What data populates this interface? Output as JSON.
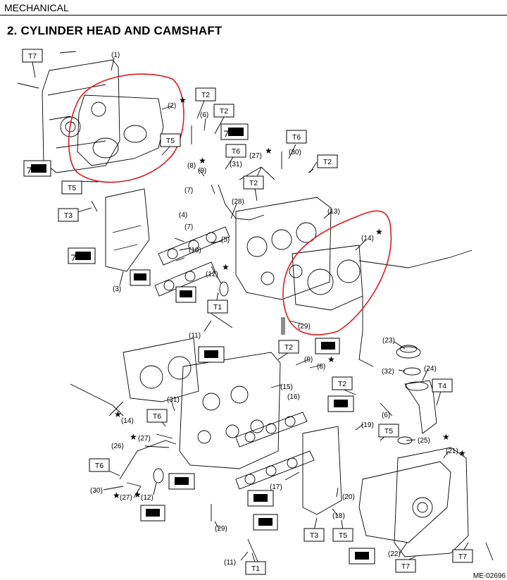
{
  "header": {
    "section": "MECHANICAL"
  },
  "title": "2.  CYLINDER HEAD AND CAMSHAFT",
  "torque_labels": {
    "t7a": "T7",
    "t2a": "T2",
    "t2b": "T2",
    "t5a": "T5",
    "t5b": "T5",
    "t6a": "T6",
    "t6b": "T6",
    "t2c": "T2",
    "t2d": "T2",
    "t3a": "T3",
    "t1a": "T1",
    "t2e": "T2",
    "t2f": "T2",
    "t4": "T4",
    "t6c": "T6",
    "t6d": "T6",
    "t5c": "T5",
    "t3b": "T3",
    "t5d": "T5",
    "t1b": "T1",
    "t7b": "T7",
    "t7c": "T7"
  },
  "part_labels": {
    "p1": "(1)",
    "p2": "(2)",
    "p6a": "(6)",
    "p27a": "(27)",
    "p30a": "(30)",
    "p8a": "(8)",
    "p9a": "(9)",
    "p31a": "(31)",
    "p7a": "(7)",
    "p4a": "(4)",
    "p28": "(28)",
    "p13": "(13)",
    "p14a": "(14)",
    "p5": "(5)",
    "p10": "(10)",
    "p12a": "(12)",
    "p3": "(3)",
    "p11a": "(11)",
    "p29a": "(29)",
    "p23": "(23)",
    "p9b": "(9)",
    "p8b": "(8)",
    "p32": "(32)",
    "p24": "(24)",
    "p15": "(15)",
    "p14b": "(14)",
    "p31b": "(31)",
    "p16": "(16)",
    "p6b": "(6)",
    "p19": "(19)",
    "p27b": "(27)",
    "p26": "(26)",
    "p25": "(25)",
    "p21": "(21)",
    "p30b": "(30)",
    "p27c": "(27)",
    "p12b": "(12)",
    "p17": "(17)",
    "p20": "(20)",
    "p18": "(18)",
    "p22": "(22)",
    "p29b": "(29)",
    "p11b": "(11)"
  },
  "figure_code": "ME-02696",
  "colors": {
    "annotation": "#e0191b",
    "ink": "#000000"
  }
}
